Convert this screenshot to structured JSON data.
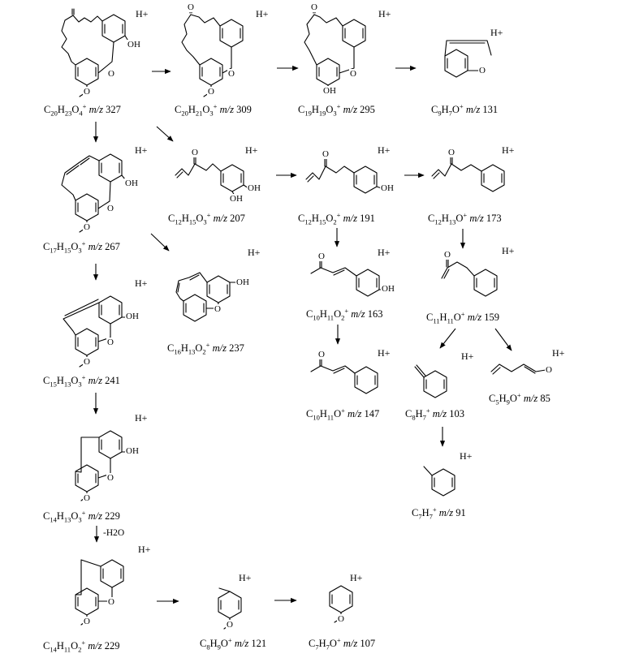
{
  "colors": {
    "ink": "#000000",
    "background": "#ffffff"
  },
  "charge_mark": "H+",
  "atom_labels": {
    "oxygen": "O",
    "hydroxyl": "OH"
  },
  "steps": {
    "water_loss": "-H2O"
  },
  "compounds": [
    {
      "id": "c327",
      "f": [
        [
          "C",
          ""
        ],
        [
          "20",
          "sub"
        ],
        [
          "H",
          ""
        ],
        [
          "23",
          "sub"
        ],
        [
          "O",
          ""
        ],
        [
          "4",
          "sub"
        ],
        [
          "+",
          "sup"
        ]
      ],
      "mz": "327"
    },
    {
      "id": "c309",
      "f": [
        [
          "C",
          ""
        ],
        [
          "20",
          "sub"
        ],
        [
          "H",
          ""
        ],
        [
          "21",
          "sub"
        ],
        [
          "O",
          ""
        ],
        [
          "3",
          "sub"
        ],
        [
          "+",
          "sup"
        ]
      ],
      "mz": "309"
    },
    {
      "id": "c295",
      "f": [
        [
          "C",
          ""
        ],
        [
          "19",
          "sub"
        ],
        [
          "H",
          ""
        ],
        [
          "19",
          "sub"
        ],
        [
          "O",
          ""
        ],
        [
          "3",
          "sub"
        ],
        [
          "+",
          "sup"
        ]
      ],
      "mz": "295"
    },
    {
      "id": "c131",
      "f": [
        [
          "C",
          ""
        ],
        [
          "9",
          "sub"
        ],
        [
          "H",
          ""
        ],
        [
          "7",
          "sub"
        ],
        [
          "O",
          ""
        ],
        [
          "+",
          "sup"
        ]
      ],
      "mz": "131"
    },
    {
      "id": "c267",
      "f": [
        [
          "C",
          ""
        ],
        [
          "17",
          "sub"
        ],
        [
          "H",
          ""
        ],
        [
          "15",
          "sub"
        ],
        [
          "O",
          ""
        ],
        [
          "3",
          "sub"
        ],
        [
          "+",
          "sup"
        ]
      ],
      "mz": "267"
    },
    {
      "id": "c207",
      "f": [
        [
          "C",
          ""
        ],
        [
          "12",
          "sub"
        ],
        [
          "H",
          ""
        ],
        [
          "15",
          "sub"
        ],
        [
          "O",
          ""
        ],
        [
          "3",
          "sub"
        ],
        [
          "+",
          "sup"
        ]
      ],
      "mz": "207"
    },
    {
      "id": "c191",
      "f": [
        [
          "C",
          ""
        ],
        [
          "12",
          "sub"
        ],
        [
          "H",
          ""
        ],
        [
          "15",
          "sub"
        ],
        [
          "O",
          ""
        ],
        [
          "2",
          "sub"
        ],
        [
          "+",
          "sup"
        ]
      ],
      "mz": "191"
    },
    {
      "id": "c173",
      "f": [
        [
          "C",
          ""
        ],
        [
          "12",
          "sub"
        ],
        [
          "H",
          ""
        ],
        [
          "13",
          "sub"
        ],
        [
          "O",
          ""
        ],
        [
          "+",
          "sup"
        ]
      ],
      "mz": "173"
    },
    {
      "id": "c237",
      "f": [
        [
          "C",
          ""
        ],
        [
          "16",
          "sub"
        ],
        [
          "H",
          ""
        ],
        [
          "13",
          "sub"
        ],
        [
          "O",
          ""
        ],
        [
          "2",
          "sub"
        ],
        [
          "+",
          "sup"
        ]
      ],
      "mz": "237"
    },
    {
      "id": "c163",
      "f": [
        [
          "C",
          ""
        ],
        [
          "10",
          "sub"
        ],
        [
          "H",
          ""
        ],
        [
          "11",
          "sub"
        ],
        [
          "O",
          ""
        ],
        [
          "2",
          "sub"
        ],
        [
          "+",
          "sup"
        ]
      ],
      "mz": "163"
    },
    {
      "id": "c159",
      "f": [
        [
          "C",
          ""
        ],
        [
          "11",
          "sub"
        ],
        [
          "H",
          ""
        ],
        [
          "11",
          "sub"
        ],
        [
          "O",
          ""
        ],
        [
          "+",
          "sup"
        ]
      ],
      "mz": "159"
    },
    {
      "id": "c241",
      "f": [
        [
          "C",
          ""
        ],
        [
          "15",
          "sub"
        ],
        [
          "H",
          ""
        ],
        [
          "13",
          "sub"
        ],
        [
          "O",
          ""
        ],
        [
          "3",
          "sub"
        ],
        [
          "+",
          "sup"
        ]
      ],
      "mz": "241"
    },
    {
      "id": "c147",
      "f": [
        [
          "C",
          ""
        ],
        [
          "10",
          "sub"
        ],
        [
          "H",
          ""
        ],
        [
          "11",
          "sub"
        ],
        [
          "O",
          ""
        ],
        [
          "+",
          "sup"
        ]
      ],
      "mz": "147"
    },
    {
      "id": "c103",
      "f": [
        [
          "C",
          ""
        ],
        [
          "8",
          "sub"
        ],
        [
          "H",
          ""
        ],
        [
          "7",
          "sub"
        ],
        [
          "+",
          "sup"
        ]
      ],
      "mz": "103"
    },
    {
      "id": "c85",
      "f": [
        [
          "C",
          ""
        ],
        [
          "5",
          "sub"
        ],
        [
          "H",
          ""
        ],
        [
          "9",
          "sub"
        ],
        [
          "O",
          ""
        ],
        [
          "+",
          "sup"
        ]
      ],
      "mz": "85"
    },
    {
      "id": "c229a",
      "f": [
        [
          "C",
          ""
        ],
        [
          "14",
          "sub"
        ],
        [
          "H",
          ""
        ],
        [
          "13",
          "sub"
        ],
        [
          "O",
          ""
        ],
        [
          "3",
          "sub"
        ],
        [
          "+",
          "sup"
        ]
      ],
      "mz": "229"
    },
    {
      "id": "c91",
      "f": [
        [
          "C",
          ""
        ],
        [
          "7",
          "sub"
        ],
        [
          "H",
          ""
        ],
        [
          "7",
          "sub"
        ],
        [
          "+",
          "sup"
        ]
      ],
      "mz": "91"
    },
    {
      "id": "c229b",
      "f": [
        [
          "C",
          ""
        ],
        [
          "14",
          "sub"
        ],
        [
          "H",
          ""
        ],
        [
          "11",
          "sub"
        ],
        [
          "O",
          ""
        ],
        [
          "2",
          "sub"
        ],
        [
          "+",
          "sup"
        ]
      ],
      "mz": "229"
    },
    {
      "id": "c121",
      "f": [
        [
          "C",
          ""
        ],
        [
          "8",
          "sub"
        ],
        [
          "H",
          ""
        ],
        [
          "9",
          "sub"
        ],
        [
          "O",
          ""
        ],
        [
          "+",
          "sup"
        ]
      ],
      "mz": "121"
    },
    {
      "id": "c107",
      "f": [
        [
          "C",
          ""
        ],
        [
          "7",
          "sub"
        ],
        [
          "H",
          ""
        ],
        [
          "7",
          "sub"
        ],
        [
          "O",
          ""
        ],
        [
          "+",
          "sup"
        ]
      ],
      "mz": "107"
    }
  ]
}
